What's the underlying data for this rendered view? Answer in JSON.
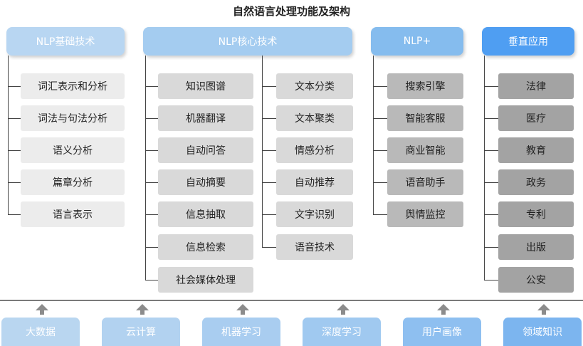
{
  "title": "自然语言处理功能及架构",
  "columns": {
    "basic": {
      "header": "NLP基础技术",
      "items": [
        "词汇表示和分析",
        "词法与句法分析",
        "语义分析",
        "篇章分析",
        "语言表示"
      ]
    },
    "core": {
      "header": "NLP核心技术",
      "left_items": [
        "知识图谱",
        "机器翻译",
        "自动问答",
        "自动摘要",
        "信息抽取",
        "信息检索",
        "社会媒体处理"
      ],
      "right_items": [
        "文本分类",
        "文本聚类",
        "情感分析",
        "自动推荐",
        "文字识别",
        "语音技术"
      ]
    },
    "plus": {
      "header": "NLP+",
      "items": [
        "搜索引擎",
        "智能客服",
        "商业智能",
        "语音助手",
        "舆情监控"
      ]
    },
    "vertical": {
      "header": "垂直应用",
      "items": [
        "法律",
        "医疗",
        "教育",
        "政务",
        "专利",
        "出版",
        "公安"
      ]
    }
  },
  "foundation": [
    "大数据",
    "云计算",
    "机器学习",
    "深度学习",
    "用户画像",
    "领域知识"
  ]
}
